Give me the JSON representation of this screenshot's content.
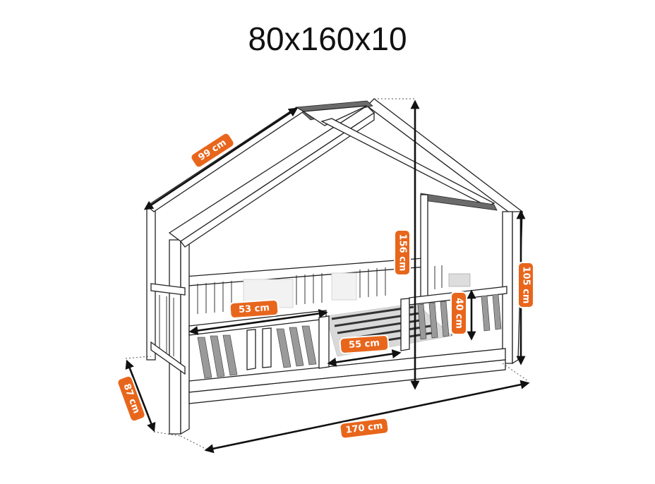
{
  "title": "80x160x10",
  "dimensions": {
    "roof_slope": "99 cm",
    "total_height": "156 cm",
    "side_height": "105 cm",
    "rail_height": "40 cm",
    "front_opening": "53 cm",
    "mattress_gap": "55 cm",
    "length": "170 cm",
    "width": "87 cm"
  },
  "colors": {
    "badge": "#e8661c",
    "badge_text": "#ffffff",
    "line": "#111111",
    "shade": "#6b6b6b"
  }
}
